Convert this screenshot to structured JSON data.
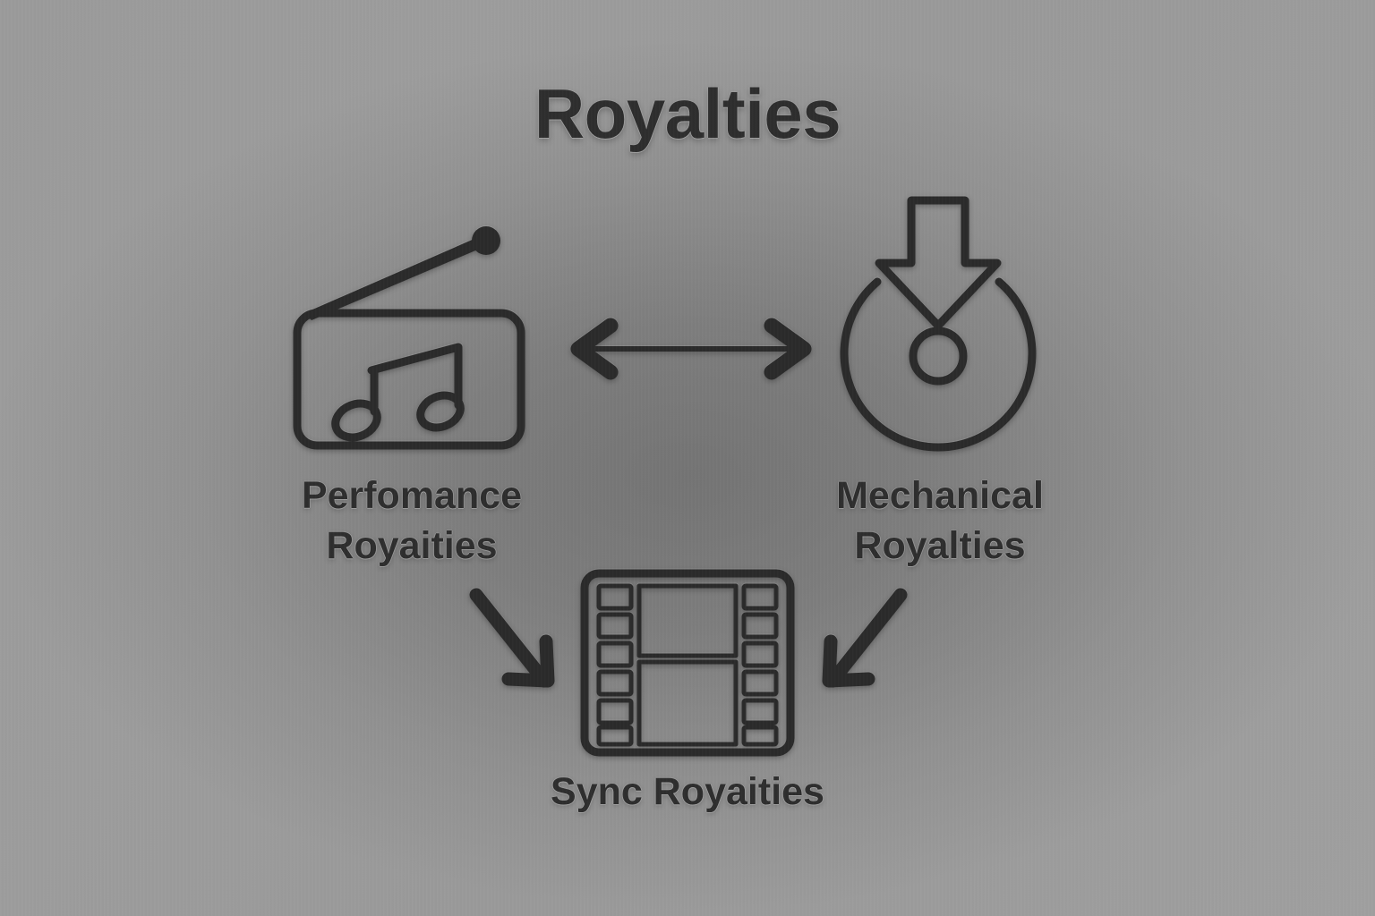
{
  "diagram": {
    "title": "Royalties",
    "background": {
      "base_color": "#9a9a9a",
      "vignette_center_color": "#6e6e6e"
    },
    "ink_color": "#2b2b2b",
    "text_color": "#2e2e2e",
    "nodes": [
      {
        "id": "performance",
        "label": "Perfomance\nRoyaities",
        "icon": "radio-icon",
        "position": "top-left"
      },
      {
        "id": "mechanical",
        "label": "Mechanical\nRoyalties",
        "icon": "disc-download-icon",
        "position": "top-right"
      },
      {
        "id": "sync",
        "label": "Sync Royaities",
        "icon": "film-strip-icon",
        "position": "bottom-center"
      }
    ],
    "connectors": [
      {
        "id": "performance-mechanical",
        "icon": "double-arrow-horizontal-icon",
        "from": "performance",
        "to": "mechanical",
        "direction": "bidirectional"
      },
      {
        "id": "performance-sync",
        "icon": "arrow-down-right-icon",
        "from": "performance",
        "to": "sync",
        "direction": "unidirectional"
      },
      {
        "id": "mechanical-sync",
        "icon": "arrow-down-left-icon",
        "from": "mechanical",
        "to": "sync",
        "direction": "unidirectional"
      }
    ]
  }
}
